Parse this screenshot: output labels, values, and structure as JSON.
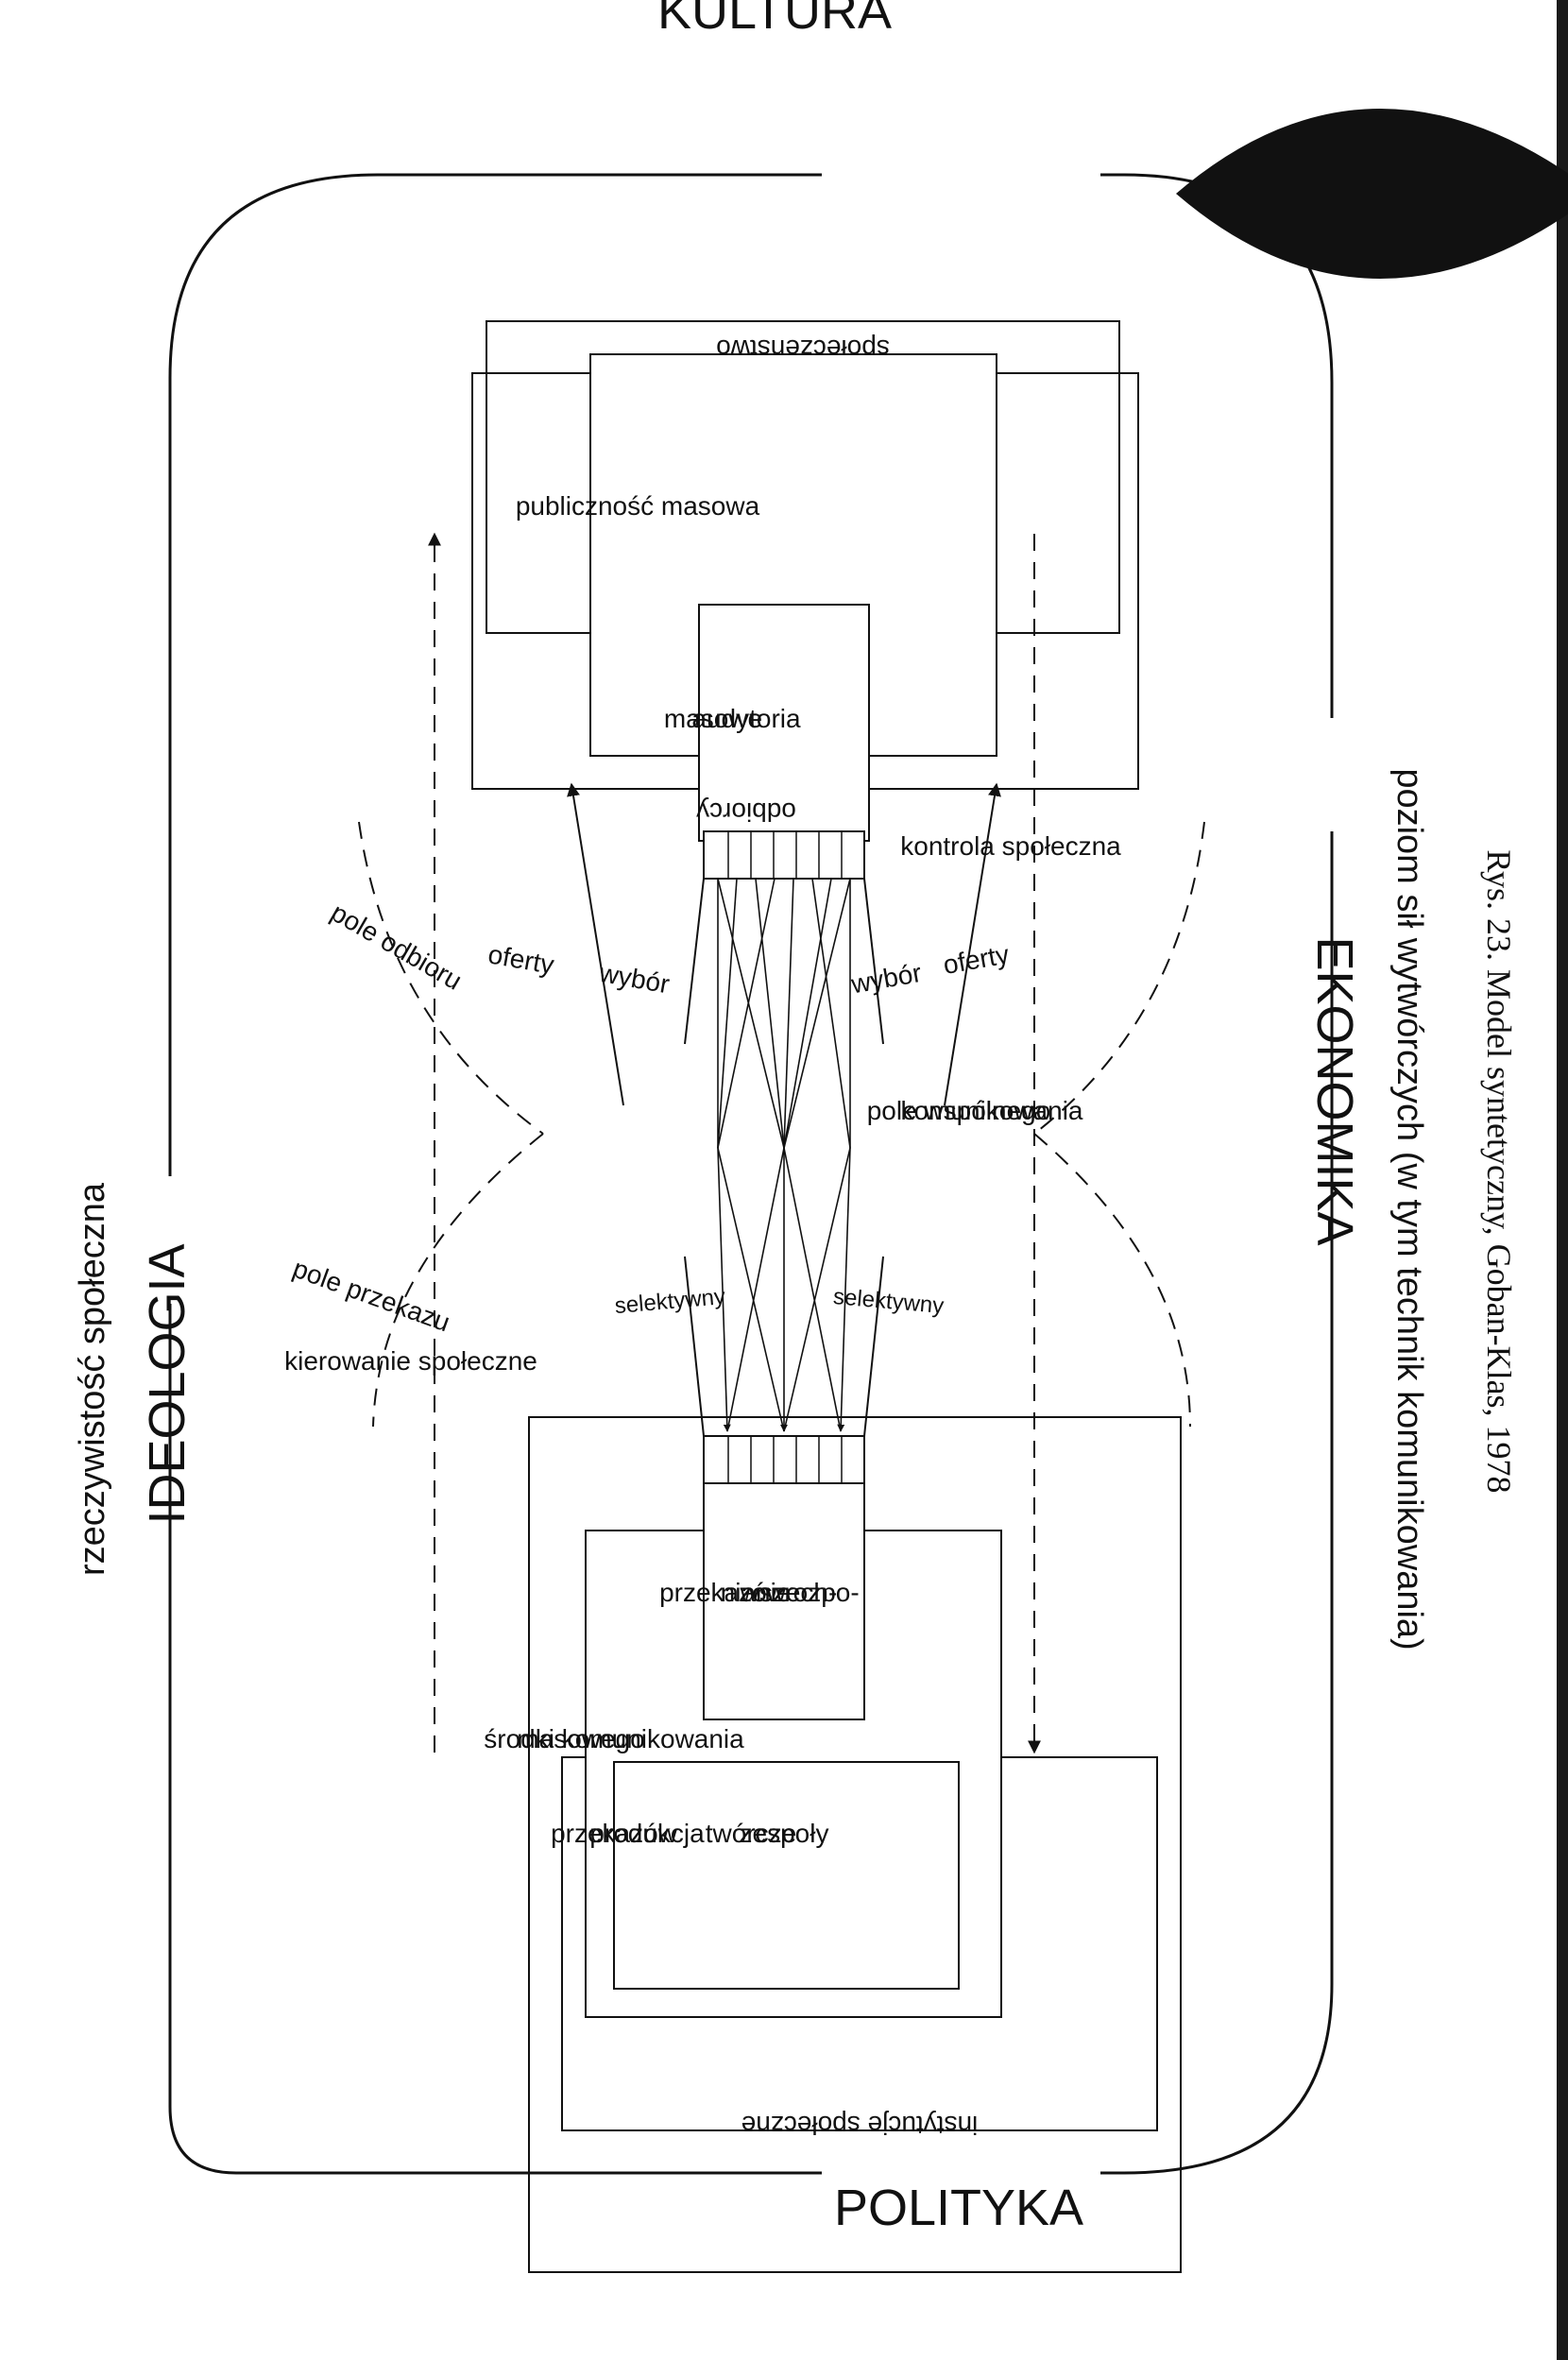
{
  "corners": {
    "kultura": "KULTURA",
    "ideologia": "IDEOLOGIA",
    "polityka": "POLITYKA",
    "ekonomika": "EKONOMIKA"
  },
  "outer_labels": {
    "rzeczywistosc": "rzeczywistość społeczna",
    "poziom": "poziom sił wytwórczych (w tym technik komunikowania)"
  },
  "receiver_side": {
    "spoleczenstwo": "społeczeństwo",
    "publicznosc": "publiczność masowa",
    "audytoria": [
      "audytoria",
      "masowe"
    ],
    "odbiorcy": "odbiorcy"
  },
  "sender_side": {
    "instytucje": "instytucje społeczne",
    "srodki": [
      "środki komunikowania",
      "masowego"
    ],
    "produkcja": [
      "produkcja",
      "przekazów"
    ],
    "zespoly": [
      "zespoły",
      "twórcze"
    ],
    "rozpowszechnianie": [
      "rozpo-",
      "wszech-",
      "nianie",
      "przekazów"
    ],
    "przekazy": "przekazy"
  },
  "flow_labels": {
    "pole_odbioru": "pole odbioru",
    "pole_przekazu": "pole przekazu",
    "kierowanie": "kierowanie społeczne",
    "kontrola": "kontrola społeczna",
    "oferty_top": "oferty",
    "oferty_bottom": "oferty",
    "wybor_top": "wybór",
    "wybor_bottom": "wybór",
    "selektywny_top": "selektywny",
    "selektywny_bottom": "selektywny",
    "pole_wspolnego": [
      "pole wspólnego",
      "komunikowania"
    ]
  },
  "caption": "Rys. 23. Model syntetyczny, Goban-Klas, 1978"
}
